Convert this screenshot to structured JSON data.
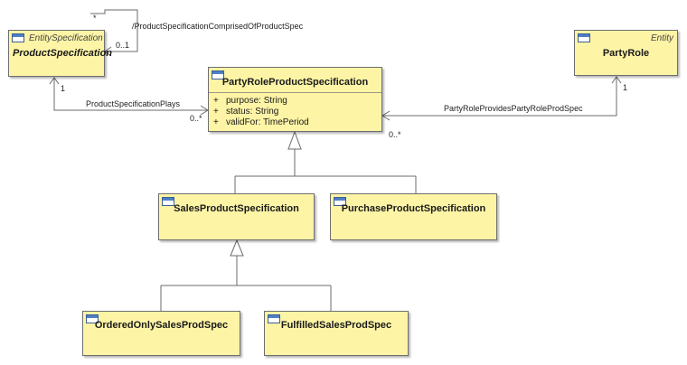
{
  "classes": {
    "product_specification": {
      "stereotype": "EntitySpecification",
      "name": "ProductSpecification"
    },
    "party_role": {
      "stereotype": "Entity",
      "name": "PartyRole"
    },
    "party_role_product_specification": {
      "name": "PartyRoleProductSpecification",
      "attributes": [
        {
          "visibility": "+",
          "text": "purpose: String"
        },
        {
          "visibility": "+",
          "text": "status: String"
        },
        {
          "visibility": "+",
          "text": "validFor: TimePeriod"
        }
      ]
    },
    "sales_product_specification": {
      "name": "SalesProductSpecification"
    },
    "purchase_product_specification": {
      "name": "PurchaseProductSpecification"
    },
    "ordered_only_sales_prod_spec": {
      "name": "OrderedOnlySalesProdSpec"
    },
    "fulfilled_sales_prod_spec": {
      "name": "FulfilledSalesProdSpec"
    }
  },
  "associations": {
    "self": {
      "name": "/ProductSpecificationComprisedOfProductSpec",
      "mult_top": "*",
      "mult_bottom": "0..1"
    },
    "plays": {
      "name": "ProductSpecificationPlays",
      "mult_source": "1",
      "mult_target": "0..*"
    },
    "provides": {
      "name": "PartyRoleProvidesPartyRoleProdSpec",
      "mult_source": "1",
      "mult_target": "0..*"
    }
  },
  "colors": {
    "class_fill": "#fdf4a6",
    "class_border": "#6e6e6e",
    "line": "#6b6b6b",
    "icon": "#4f7fc6"
  }
}
